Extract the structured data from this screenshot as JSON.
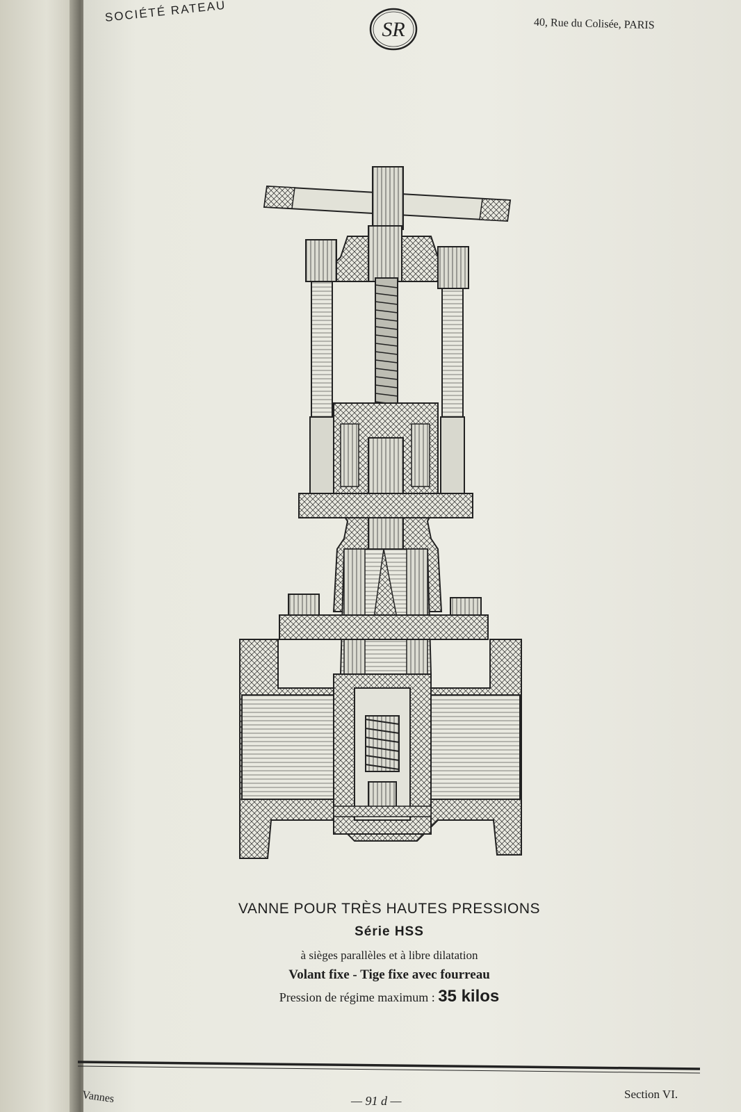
{
  "header": {
    "company": "SOCIÉTÉ RATEAU",
    "address": "40, Rue du Colisée, PARIS",
    "monogram": "SR"
  },
  "caption": {
    "title": "VANNE POUR TRÈS HAUTES PRESSIONS",
    "series": "Série HSS",
    "subtitle": "à sièges parallèles et à libre dilatation",
    "features": "Volant fixe - Tige fixe avec fourreau",
    "pressure_label": "Pression de régime maximum :",
    "pressure_value": "35 kilos"
  },
  "footer": {
    "left": "Vannes",
    "page": "— 91 d —",
    "section": "Section VI."
  }
}
